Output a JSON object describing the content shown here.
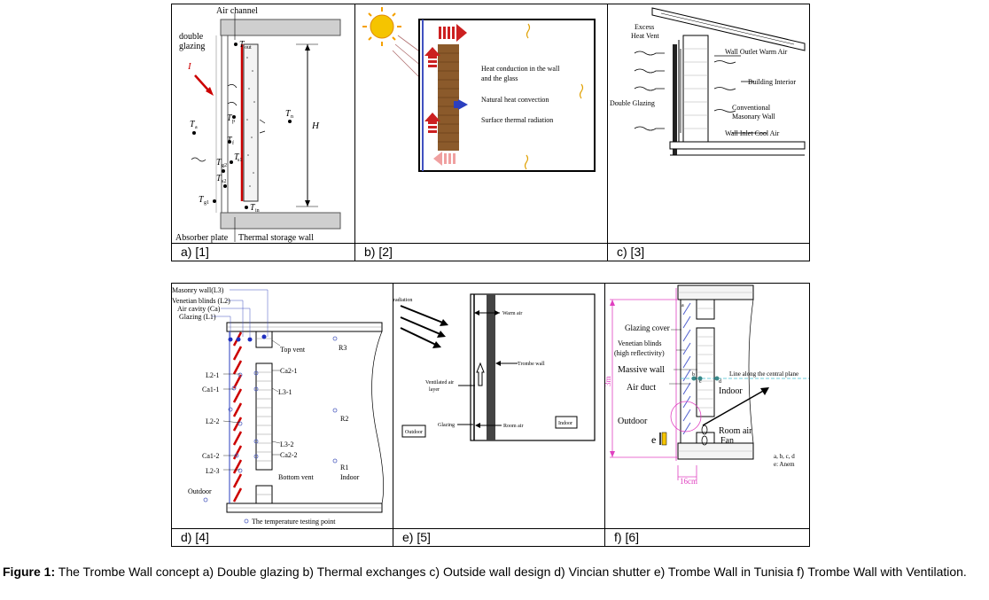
{
  "top_panels": [
    {
      "label": "a)  [1]"
    },
    {
      "label": "b) [2]"
    },
    {
      "label": "c) [3]"
    }
  ],
  "bottom_panels": [
    {
      "label": "d) [4]"
    },
    {
      "label": "e) [5]"
    },
    {
      "label": "f) [6]"
    }
  ],
  "panel_a": {
    "air_channel": "Air channel",
    "double_glazing_1": "double",
    "double_glazing_2": "glazing",
    "I": "I",
    "T_out": "T",
    "T_out_sub": "out",
    "T_a": "T",
    "T_a_sub": "a",
    "T_p": "T",
    "T_p_sub": "p",
    "T_f": "T",
    "T_f_sub": "f",
    "T_n": "T",
    "T_n_sub": "n",
    "T_g1": "T",
    "T_g1_sub": "g1",
    "T_g2": "T",
    "T_g2_sub": "g2",
    "T_s1": "T",
    "T_s1_sub": "s1",
    "T_s2": "T",
    "T_s2_sub": "s2",
    "T_in": "T",
    "T_in_sub": "in",
    "H": "H",
    "absorber": "Absorber plate",
    "storage": "Thermal storage  wall"
  },
  "panel_b": {
    "line1": "Heat conduction in the wall",
    "line2": "and the glass",
    "line3": "Natural heat convection",
    "line4": "Surface thermal radiation"
  },
  "panel_c": {
    "excess_1": "Excess",
    "excess_2": "Heat Vent",
    "outlet": "Wall Outlet Warm Air",
    "interior": "Building Interior",
    "double_glazing": "Double Glazing",
    "masonry_1": "Conventional",
    "masonry_2": "Masonary Wall",
    "inlet": "Wall Inlet Cool Air"
  },
  "panel_d": {
    "l3": "Masonry wall(L3)",
    "l2": "Venetian blinds (L2)",
    "ca": "Air cavity (Ca)",
    "l1": "Glazing (L1)",
    "top_vent": "Top vent",
    "r3": "R3",
    "l2_1": "L2-1",
    "ca2_1": "Ca2-1",
    "ca1_1": "Ca1-1",
    "l3_1": "L3-1",
    "l2_2": "L2-2",
    "r2": "R2",
    "l3_2": "L3-2",
    "ca1_2": "Ca1-2",
    "ca2_2": "Ca2-2",
    "r1": "R1",
    "l2_3": "L2-3",
    "bottom_vent": "Bottom vent",
    "indoor": "Indoor",
    "outdoor": "Outdoor",
    "legend": "The temperature testing point"
  },
  "panel_e": {
    "radiation": "radiation",
    "warm_air": "Warm air",
    "trombe_wall": "Trombe wall",
    "ventilated_1": "Ventilated air",
    "ventilated_2": "layer",
    "glazing": "Glazing",
    "room_air": "Room air",
    "outdoor": "Outdoor",
    "indoor": "Indoor"
  },
  "panel_f": {
    "a": "a",
    "glazing_cover": "Glazing cover",
    "blinds_1": "Venetian blinds",
    "blinds_2": "(high reflectivity)",
    "massive_wall": "Massive wall",
    "line_central": "Line along the central plane",
    "air_duct": "Air duct",
    "indoor": "Indoor",
    "outdoor": "Outdoor",
    "room_air": "Room air",
    "fan": "Fan",
    "e": "e",
    "legend_1": "a, b, c, d",
    "legend_2": "e: Anem",
    "dim_3m": "3m",
    "dim_16cm": "16cm",
    "b": "b",
    "c": "c",
    "d": "d"
  },
  "caption": {
    "bold": "Figure 1:",
    "text": " The Trombe Wall concept a) Double glazing b) Thermal exchanges c) Outside wall design d) Vincian shutter e) Trombe Wall in Tunisia f) Trombe Wall with Ventilation."
  },
  "colors": {
    "red": "#cc0000",
    "brick": "#8b5a2b",
    "pink": "#e040c0",
    "blue": "#2b3fbf",
    "sun": "#f5c400"
  }
}
